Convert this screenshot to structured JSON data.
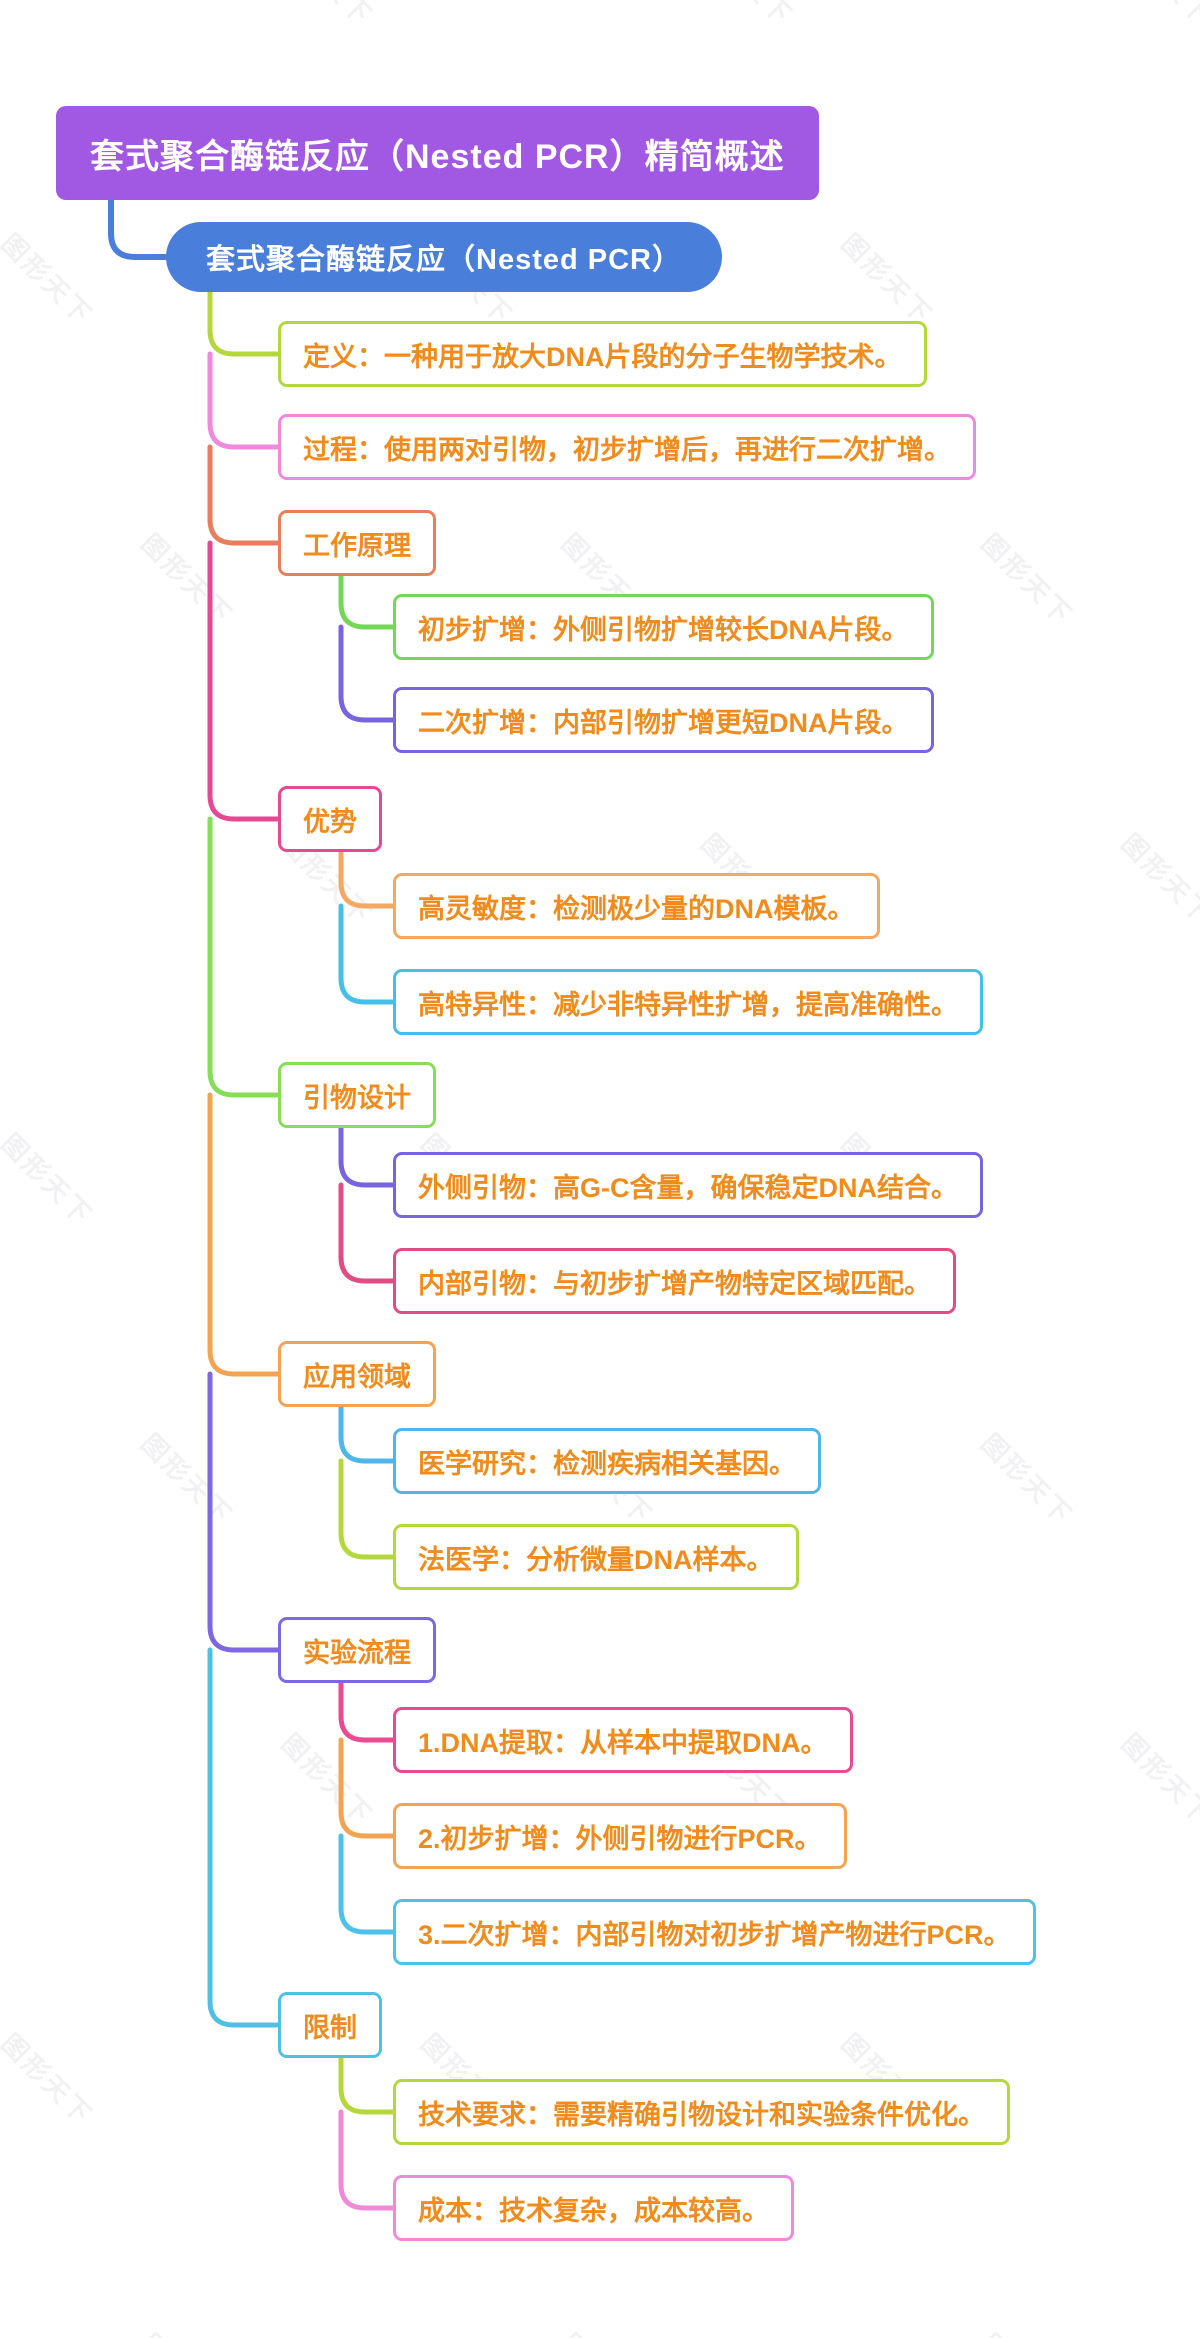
{
  "canvas": {
    "background": "#ffffff",
    "watermark": {
      "text": "图形天下",
      "color": "#e7e7ea"
    }
  },
  "node_text_color": "#f08c1e",
  "root": {
    "label": "套式聚合酶链反应（Nested PCR）精简概述",
    "bg": "#a158e3",
    "text_color": "#ffffff"
  },
  "hub": {
    "label": "套式聚合酶链反应（Nested PCR）",
    "bg": "#4a7edb",
    "text_color": "#ffffff",
    "connector_color": "#4a7edb"
  },
  "branches": [
    {
      "label": "定义：一种用于放大DNA片段的分子生物学技术。",
      "border": "#b4d83c",
      "children": []
    },
    {
      "label": "过程：使用两对引物，初步扩增后，再进行二次扩增。",
      "border": "#ee8ade",
      "children": []
    },
    {
      "label": "工作原理",
      "border": "#e87e5c",
      "children": [
        {
          "label": "初步扩增：外侧引物扩增较长DNA片段。",
          "border": "#74d758"
        },
        {
          "label": "二次扩增：内部引物扩增更短DNA片段。",
          "border": "#7a63e0"
        }
      ]
    },
    {
      "label": "优势",
      "border": "#e34a93",
      "children": [
        {
          "label": "高灵敏度：检测极少量的DNA模板。",
          "border": "#f4a963"
        },
        {
          "label": "高特异性：减少非特异性扩增，提高准确性。",
          "border": "#45bee8"
        }
      ]
    },
    {
      "label": "引物设计",
      "border": "#86dd5a",
      "children": [
        {
          "label": "外侧引物：高G-C含量，确保稳定DNA结合。",
          "border": "#7a63e0"
        },
        {
          "label": "内部引物：与初步扩增产物特定区域匹配。",
          "border": "#e44b85"
        }
      ]
    },
    {
      "label": "应用领域",
      "border": "#f2a452",
      "children": [
        {
          "label": "医学研究：检测疾病相关基因。",
          "border": "#4eb6e8"
        },
        {
          "label": "法医学：分析微量DNA样本。",
          "border": "#b4d83c"
        }
      ]
    },
    {
      "label": "实验流程",
      "border": "#7e68e2",
      "children": [
        {
          "label": "1.DNA提取：从样本中提取DNA。",
          "border": "#ea4b90"
        },
        {
          "label": "2.初步扩增：外侧引物进行PCR。",
          "border": "#f2a452"
        },
        {
          "label": "3.二次扩增：内部引物对初步扩增产物进行PCR。",
          "border": "#4cc2ea"
        }
      ]
    },
    {
      "label": "限制",
      "border": "#4fc0e4",
      "children": [
        {
          "label": "技术要求：需要精确引物设计和实验条件优化。",
          "border": "#b4d83c"
        },
        {
          "label": "成本：技术复杂，成本较高。",
          "border": "#f08ad8"
        }
      ]
    }
  ]
}
